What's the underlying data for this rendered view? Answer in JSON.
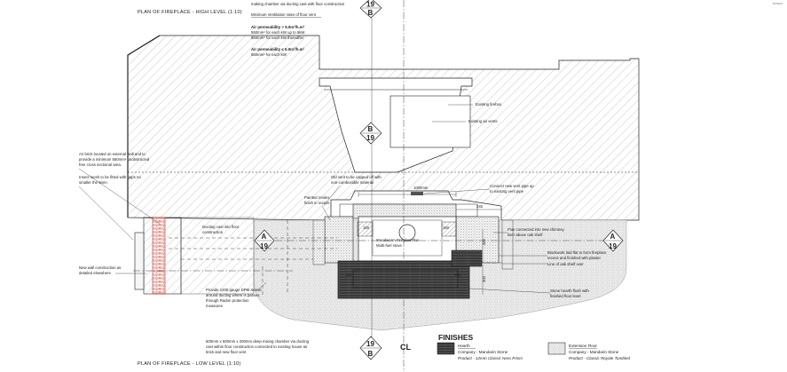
{
  "drawing": {
    "corner_ref": "BASE01",
    "title_top": "PLAN OF FIREPLACE - HIGH LEVEL (1:10)",
    "title_bottom": "PLAN OF FIREPLACE - LOW LEVEL (1:10)",
    "centre_mark": "CL"
  },
  "notes_top": {
    "line1": "making chamber via ducting cast with floor construction",
    "min_vent": "Minimum Ventilation rates of floor vent",
    "ap1_head": "Air permeability > 5.0m³/h.m²",
    "ap1_l1": "550mm² for each kW up to 5kW",
    "ap1_l2": "850mm² for each kW thereafter",
    "ap2_head": "Air permeability ≤ 5.0m³/h.m²",
    "ap2_l1": "850mm² for each kW"
  },
  "notes_left": {
    "brick_l1": "Air brick located on external wall and to",
    "brick_l2": "provide a minimum 550mm² unobstructed",
    "brick_l3": "free cross sectional area.",
    "mesh_l1": "Insect mesh to be fitted with gaps no",
    "mesh_l2": "smaller the 5mm",
    "wall_l1": "New wall construction as",
    "wall_l2": "detailed elsewhere",
    "sleeve_l1": "Provide 1200 gauge DPM sleeve",
    "sleeve_l2": "around ducting where is passes",
    "sleeve_l3": "through Radon protection",
    "sleeve_l4": "measures",
    "duct_l1": "Ducting cast into floor",
    "duct_l2": "construction"
  },
  "notes_center": {
    "painted_l1": "Painted render",
    "painted_l2": "finish in recess",
    "capped_l1": "Old vent to be capped off with",
    "capped_l2": "non-combustible material",
    "firebox": "Existing firebox",
    "airvents": "Existing air vents",
    "stove_l1": "Woodwarm Fireglow 7kw",
    "stove_l2": "Multi-fuel stove",
    "mixing_l1": "600mm x 500mm x 200mm deep mixing chamber via ducting",
    "mixing_l2": "cast within floor construction connected to existing house air",
    "mixing_l3": "brick and new floor vent"
  },
  "notes_right": {
    "connect_l1": "Connect new vent pipe up",
    "connect_l2": "to existing vent pipe",
    "flue_l1": "Flue connected into new chimney",
    "flue_l2": "liner above oak shelf",
    "block_l1": "Blockwork laid flat to form fireplace",
    "block_l2": "recess and finished with plaster",
    "oak": "Line of oak shelf over",
    "hearth_l1": "Stone hearth flush with",
    "hearth_l2": "finished floor level"
  },
  "dimensions": {
    "d1": "1000mm",
    "d2": "245",
    "d3": "160",
    "d4": "160",
    "d5": "150",
    "d6": "150",
    "d7": "300",
    "d8": "300"
  },
  "section_markers": {
    "top_num": "19",
    "top_letter": "B",
    "mid_num": "19",
    "mid_letter": "B",
    "bottom_num": "19",
    "bottom_letter": "B",
    "left_letter": "A",
    "left_num": "19",
    "right_letter": "A",
    "right_num": "19"
  },
  "finishes": {
    "heading": "FINISHES",
    "hearth_title": "Hearth",
    "hearth_company": "Company - Mandarin Stone",
    "hearth_product": "Product - 12mm Classic Nero Prism",
    "ext_title": "Extension Floor",
    "ext_company": "Company - Mandarin Stone",
    "ext_product": "Product - Classic Royale Tumbled"
  }
}
